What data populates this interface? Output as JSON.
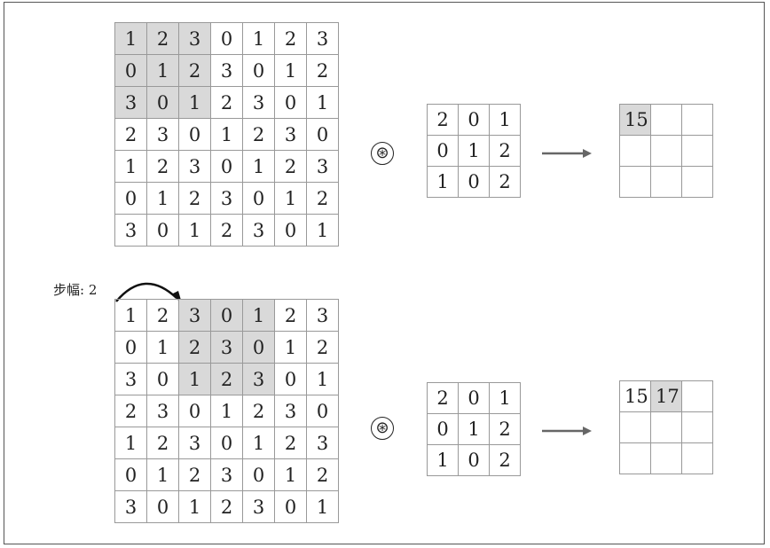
{
  "top": {
    "input_grid": [
      [
        "1",
        "2",
        "3",
        "0",
        "1",
        "2",
        "3"
      ],
      [
        "0",
        "1",
        "2",
        "3",
        "0",
        "1",
        "2"
      ],
      [
        "3",
        "0",
        "1",
        "2",
        "3",
        "0",
        "1"
      ],
      [
        "2",
        "3",
        "0",
        "1",
        "2",
        "3",
        "0"
      ],
      [
        "1",
        "2",
        "3",
        "0",
        "1",
        "2",
        "3"
      ],
      [
        "0",
        "1",
        "2",
        "3",
        "0",
        "1",
        "2"
      ],
      [
        "3",
        "0",
        "1",
        "2",
        "3",
        "0",
        "1"
      ]
    ],
    "kernel": [
      [
        "2",
        "0",
        "1"
      ],
      [
        "0",
        "1",
        "2"
      ],
      [
        "1",
        "0",
        "2"
      ]
    ],
    "output": [
      [
        "15",
        "",
        ""
      ],
      [
        "",
        "",
        ""
      ],
      [
        "",
        "",
        ""
      ]
    ],
    "conv_symbol": "⊛"
  },
  "bottom": {
    "stride_label": "步幅: 2",
    "input_grid": [
      [
        "1",
        "2",
        "3",
        "0",
        "1",
        "2",
        "3"
      ],
      [
        "0",
        "1",
        "2",
        "3",
        "0",
        "1",
        "2"
      ],
      [
        "3",
        "0",
        "1",
        "2",
        "3",
        "0",
        "1"
      ],
      [
        "2",
        "3",
        "0",
        "1",
        "2",
        "3",
        "0"
      ],
      [
        "1",
        "2",
        "3",
        "0",
        "1",
        "2",
        "3"
      ],
      [
        "0",
        "1",
        "2",
        "3",
        "0",
        "1",
        "2"
      ],
      [
        "3",
        "0",
        "1",
        "2",
        "3",
        "0",
        "1"
      ]
    ],
    "kernel": [
      [
        "2",
        "0",
        "1"
      ],
      [
        "0",
        "1",
        "2"
      ],
      [
        "1",
        "0",
        "2"
      ]
    ],
    "output": [
      [
        "15",
        "17",
        ""
      ],
      [
        "",
        "",
        ""
      ],
      [
        "",
        "",
        ""
      ]
    ],
    "conv_symbol": "⊛"
  }
}
